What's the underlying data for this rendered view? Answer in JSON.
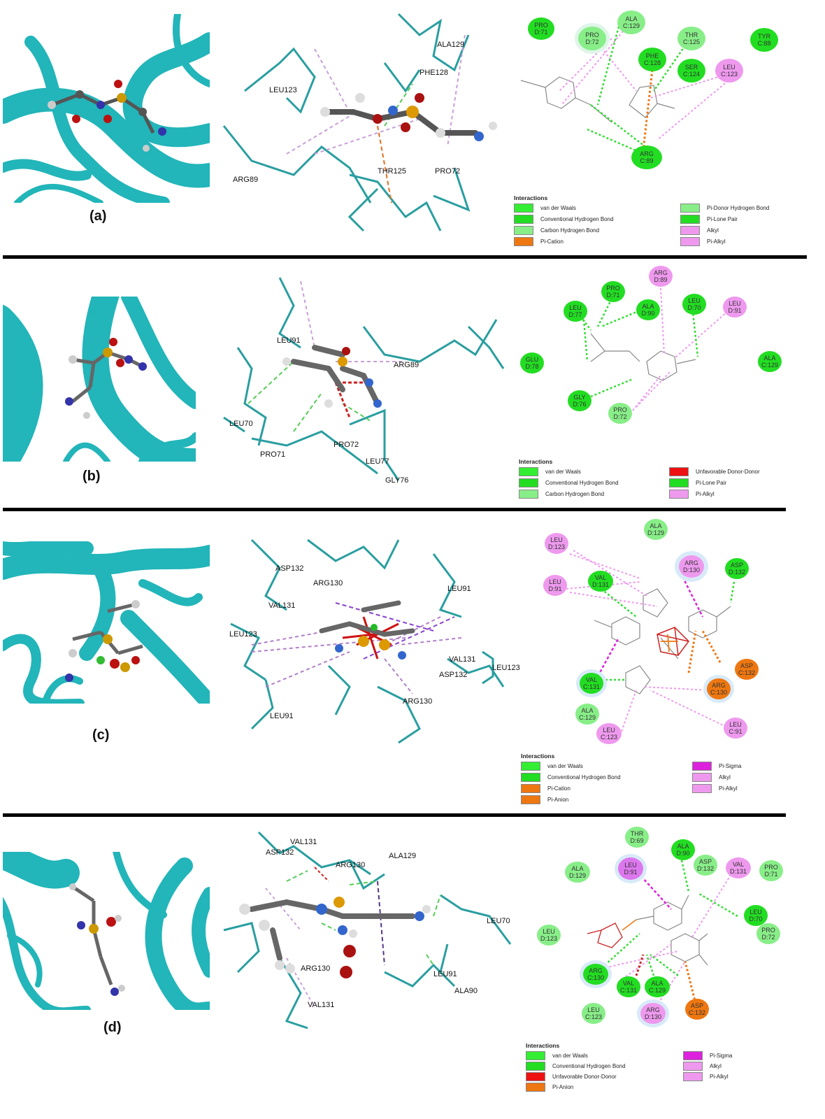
{
  "colors": {
    "vdw": "#33ee33",
    "conv_hbond": "#22dd22",
    "carbon_hbond": "#88ee88",
    "pi_donor_hbond": "#88ee88",
    "pi_lone_pair": "#22dd22",
    "pi_cation": "#ee7711",
    "pi_anion": "#ee7711",
    "unfavorable": "#ee1111",
    "pi_sigma": "#dd22dd",
    "alkyl": "#ee99ee",
    "pi_alkyl": "#ee99ee",
    "ribbon": "#22b5b9",
    "stick": "#2a9ea0"
  },
  "panels": [
    {
      "label": "(a)",
      "residue_labels": [
        "LEU123",
        "ALA129",
        "PHE128",
        "ARG89",
        "THR125",
        "PRO72"
      ],
      "nodes": [
        {
          "text": "PRO\nD:71",
          "kind": "vdw"
        },
        {
          "text": "PRO\nD:72",
          "kind": "carbon_hbond"
        },
        {
          "text": "ALA\nC:129",
          "kind": "carbon_hbond"
        },
        {
          "text": "THR\nC:125",
          "kind": "carbon_hbond"
        },
        {
          "text": "TYR\nC:88",
          "kind": "vdw"
        },
        {
          "text": "PHE\nC:128",
          "kind": "vdw"
        },
        {
          "text": "SER\nC:124",
          "kind": "vdw"
        },
        {
          "text": "LEU\nC:123",
          "kind": "alkyl"
        },
        {
          "text": "ARG\nC:89",
          "kind": "vdw"
        }
      ],
      "legend_title": "Interactions",
      "legend": [
        {
          "label": "van der Waals",
          "kind": "vdw"
        },
        {
          "label": "Pi-Donor Hydrogen Bond",
          "kind": "pi_donor_hbond"
        },
        {
          "label": "Conventional Hydrogen Bond",
          "kind": "conv_hbond"
        },
        {
          "label": "Pi-Lone Pair",
          "kind": "pi_lone_pair"
        },
        {
          "label": "Carbon Hydrogen Bond",
          "kind": "carbon_hbond"
        },
        {
          "label": "Alkyl",
          "kind": "alkyl"
        },
        {
          "label": "Pi-Cation",
          "kind": "pi_cation"
        },
        {
          "label": "Pi-Alkyl",
          "kind": "pi_alkyl"
        }
      ]
    },
    {
      "label": "(b)",
      "residue_labels": [
        "LEU91",
        "ARG89",
        "LEU70",
        "PRO71",
        "PRO72",
        "LEU77",
        "GLY76"
      ],
      "nodes": [
        {
          "text": "ARG\nD:89",
          "kind": "alkyl"
        },
        {
          "text": "PRO\nD:71",
          "kind": "vdw"
        },
        {
          "text": "LEU\nD:77",
          "kind": "vdw"
        },
        {
          "text": "ALA\nD:90",
          "kind": "vdw"
        },
        {
          "text": "LEU\nD:70",
          "kind": "vdw"
        },
        {
          "text": "LEU\nD:91",
          "kind": "alkyl"
        },
        {
          "text": "GLU\nD:78",
          "kind": "vdw"
        },
        {
          "text": "ALA\nC:129",
          "kind": "vdw"
        },
        {
          "text": "GLY\nD:76",
          "kind": "vdw"
        },
        {
          "text": "PRO\nD:72",
          "kind": "carbon_hbond"
        }
      ],
      "legend_title": "Interactions",
      "legend": [
        {
          "label": "van der Waals",
          "kind": "vdw"
        },
        {
          "label": "Unfavorable Donor-Donor",
          "kind": "unfavorable"
        },
        {
          "label": "Conventional Hydrogen Bond",
          "kind": "conv_hbond"
        },
        {
          "label": "Pi-Lone Pair",
          "kind": "pi_lone_pair"
        },
        {
          "label": "Carbon Hydrogen Bond",
          "kind": "carbon_hbond"
        },
        {
          "label": "Pi-Alkyl",
          "kind": "pi_alkyl"
        }
      ]
    },
    {
      "label": "(c)",
      "residue_labels": [
        "ASP132",
        "ARG130",
        "LEU91",
        "VAL131",
        "LEU123",
        "VAL131",
        "LEU123",
        "ASP132",
        "ARG130",
        "LEU91"
      ],
      "nodes": [
        {
          "text": "ALA\nD:129",
          "kind": "carbon_hbond"
        },
        {
          "text": "LEU\nD:123",
          "kind": "alkyl"
        },
        {
          "text": "ARG\nD:130",
          "kind": "alkyl"
        },
        {
          "text": "ASP\nD:132",
          "kind": "vdw"
        },
        {
          "text": "LEU\nD:91",
          "kind": "alkyl"
        },
        {
          "text": "VAL\nD:131",
          "kind": "vdw"
        },
        {
          "text": "ASP\nC:132",
          "kind": "pi_cation"
        },
        {
          "text": "VAL\nC:131",
          "kind": "vdw"
        },
        {
          "text": "ARG\nC:130",
          "kind": "pi_cation"
        },
        {
          "text": "ALA\nC:129",
          "kind": "carbon_hbond"
        },
        {
          "text": "LEU\nC:123",
          "kind": "alkyl"
        },
        {
          "text": "LEU\nC:91",
          "kind": "alkyl"
        }
      ],
      "legend_title": "Interactions",
      "legend": [
        {
          "label": "van der Waals",
          "kind": "vdw"
        },
        {
          "label": "Pi-Sigma",
          "kind": "pi_sigma"
        },
        {
          "label": "Conventional Hydrogen Bond",
          "kind": "conv_hbond"
        },
        {
          "label": "Alkyl",
          "kind": "alkyl"
        },
        {
          "label": "Pi-Cation",
          "kind": "pi_cation"
        },
        {
          "label": "Pi-Alkyl",
          "kind": "pi_alkyl"
        },
        {
          "label": "Pi-Anion",
          "kind": "pi_anion"
        }
      ]
    },
    {
      "label": "(d)",
      "residue_labels": [
        "VAL131",
        "ASP132",
        "ARG130",
        "ALA129",
        "LEU70",
        "ARG130",
        "LEU91",
        "ALA90",
        "VAL131"
      ],
      "nodes": [
        {
          "text": "THR\nD:69",
          "kind": "carbon_hbond"
        },
        {
          "text": "ALA\nD:90",
          "kind": "vdw"
        },
        {
          "text": "ALA\nD:129",
          "kind": "carbon_hbond"
        },
        {
          "text": "LEU\nD:91",
          "kind": "pi_sigma"
        },
        {
          "text": "ASP\nD:132",
          "kind": "carbon_hbond"
        },
        {
          "text": "VAL\nD:131",
          "kind": "alkyl"
        },
        {
          "text": "PRO\nD:71",
          "kind": "carbon_hbond"
        },
        {
          "text": "LEU\nD:70",
          "kind": "vdw"
        },
        {
          "text": "LEU\nD:123",
          "kind": "carbon_hbond"
        },
        {
          "text": "PRO\nD:72",
          "kind": "carbon_hbond"
        },
        {
          "text": "ARG\nC:130",
          "kind": "vdw"
        },
        {
          "text": "VAL\nC:131",
          "kind": "vdw"
        },
        {
          "text": "ALA\nC:129",
          "kind": "vdw"
        },
        {
          "text": "LEU\nC:123",
          "kind": "carbon_hbond"
        },
        {
          "text": "ARG\nD:130",
          "kind": "alkyl"
        },
        {
          "text": "ASP\nC:132",
          "kind": "pi_anion"
        }
      ],
      "legend_title": "Interactions",
      "legend": [
        {
          "label": "van der Waals",
          "kind": "vdw"
        },
        {
          "label": "Pi-Sigma",
          "kind": "pi_sigma"
        },
        {
          "label": "Conventional Hydrogen Bond",
          "kind": "conv_hbond"
        },
        {
          "label": "Alkyl",
          "kind": "alkyl"
        },
        {
          "label": "Unfavorable Donor-Donor",
          "kind": "unfavorable"
        },
        {
          "label": "Pi-Alkyl",
          "kind": "pi_alkyl"
        },
        {
          "label": "Pi-Anion",
          "kind": "pi_anion"
        }
      ]
    }
  ]
}
